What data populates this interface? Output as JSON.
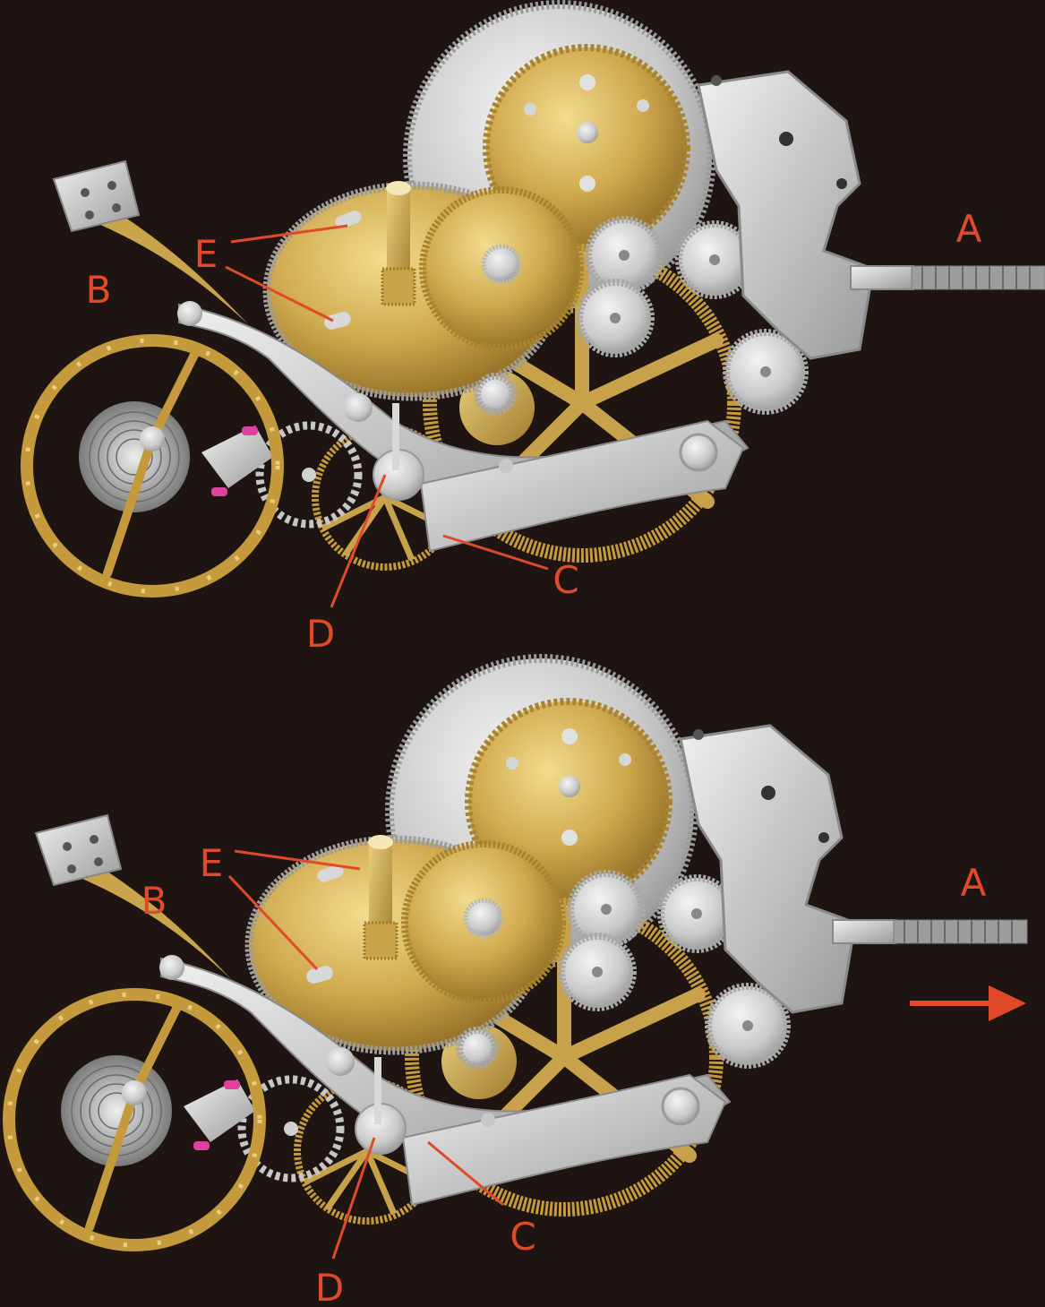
{
  "accent_color": "#e04a2a",
  "panels": [
    {
      "name": "top-panel",
      "labels": {
        "A": "A",
        "B": "B",
        "C": "C",
        "D": "D",
        "E": "E"
      }
    },
    {
      "name": "bottom-panel",
      "labels": {
        "A": "A",
        "B": "B",
        "C": "C",
        "D": "D",
        "E": "E"
      },
      "arrow": "right-arrow-icon"
    }
  ]
}
